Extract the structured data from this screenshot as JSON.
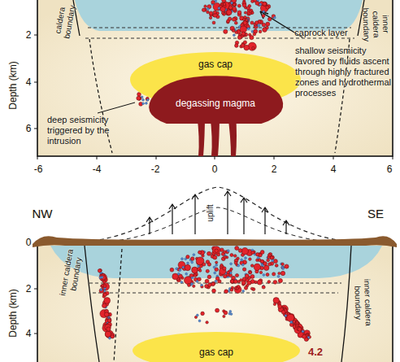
{
  "diagram": {
    "nodes": [
      {
        "text": [
          "gas cap"
        ]
      },
      {
        "text": [
          "degassing magma"
        ]
      },
      {
        "text": [
          "gas cap"
        ]
      }
    ],
    "labels": [
      "caldera boundary",
      "caprock layer",
      "inner caldera boundary",
      "shallow seismicity favored by fluids ascent through highly fractured zones and hydrothermal processes",
      "deep seismicity triggered by the intrusion",
      "Depth (km)",
      "2",
      "4",
      "6",
      "-6",
      "-4",
      "-2",
      "0",
      "2",
      "4",
      "6",
      "NW",
      "SE",
      "uplift",
      "0",
      "inner caldera boundary",
      "inner caldera boundary",
      "Depth (km)",
      "2",
      "4",
      "4.2"
    ]
  }
}
